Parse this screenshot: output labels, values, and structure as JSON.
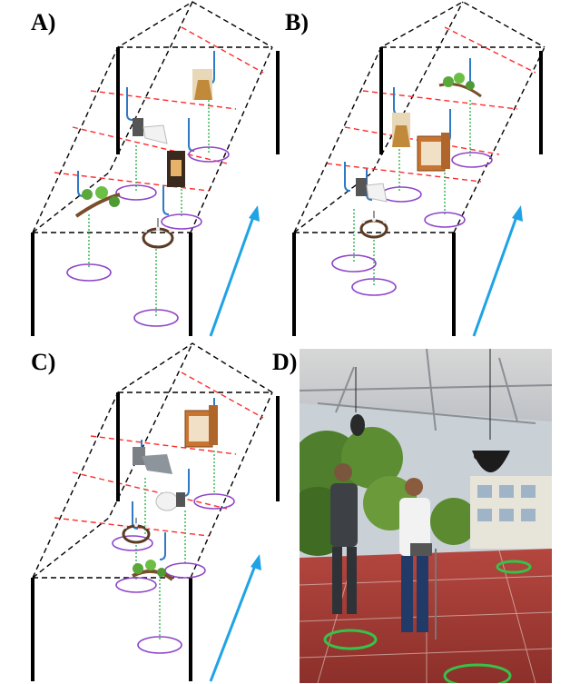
{
  "figure": {
    "panels": [
      {
        "id": "a",
        "label": "A)"
      },
      {
        "id": "b",
        "label": "B)"
      },
      {
        "id": "c",
        "label": "C)"
      },
      {
        "id": "d",
        "label": "D)"
      }
    ],
    "colors": {
      "frame": "#000000",
      "dash_outline": "#000000",
      "dash_track": "#ff2a2a",
      "hanger": "#2f79c6",
      "drop_line": "#2fb54a",
      "target_ring": "#8e44c9",
      "direction_arrow": "#1fa3e6"
    },
    "objects": [
      "lamp-pendant",
      "spotlight",
      "wall-lantern",
      "tree-branch",
      "chandelier",
      "wall-cabinet",
      "tree-branch-small"
    ]
  }
}
